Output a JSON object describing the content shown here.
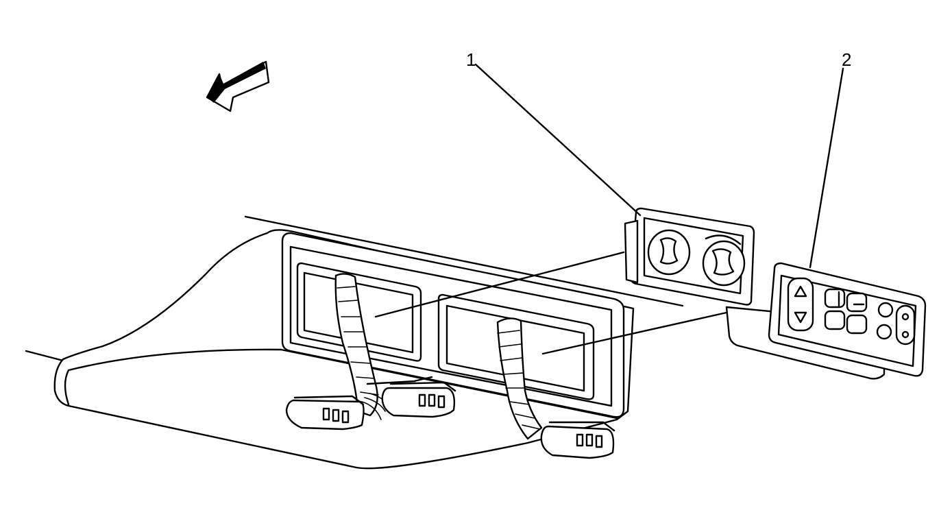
{
  "diagram": {
    "callouts": [
      {
        "id": "1",
        "label": "1"
      },
      {
        "id": "2",
        "label": "2"
      }
    ],
    "icons": {
      "direction": "front-arrow-icon",
      "connector": "wiring-connector-icon"
    },
    "colors": {
      "ink": "#000000",
      "paper": "#ffffff"
    }
  }
}
